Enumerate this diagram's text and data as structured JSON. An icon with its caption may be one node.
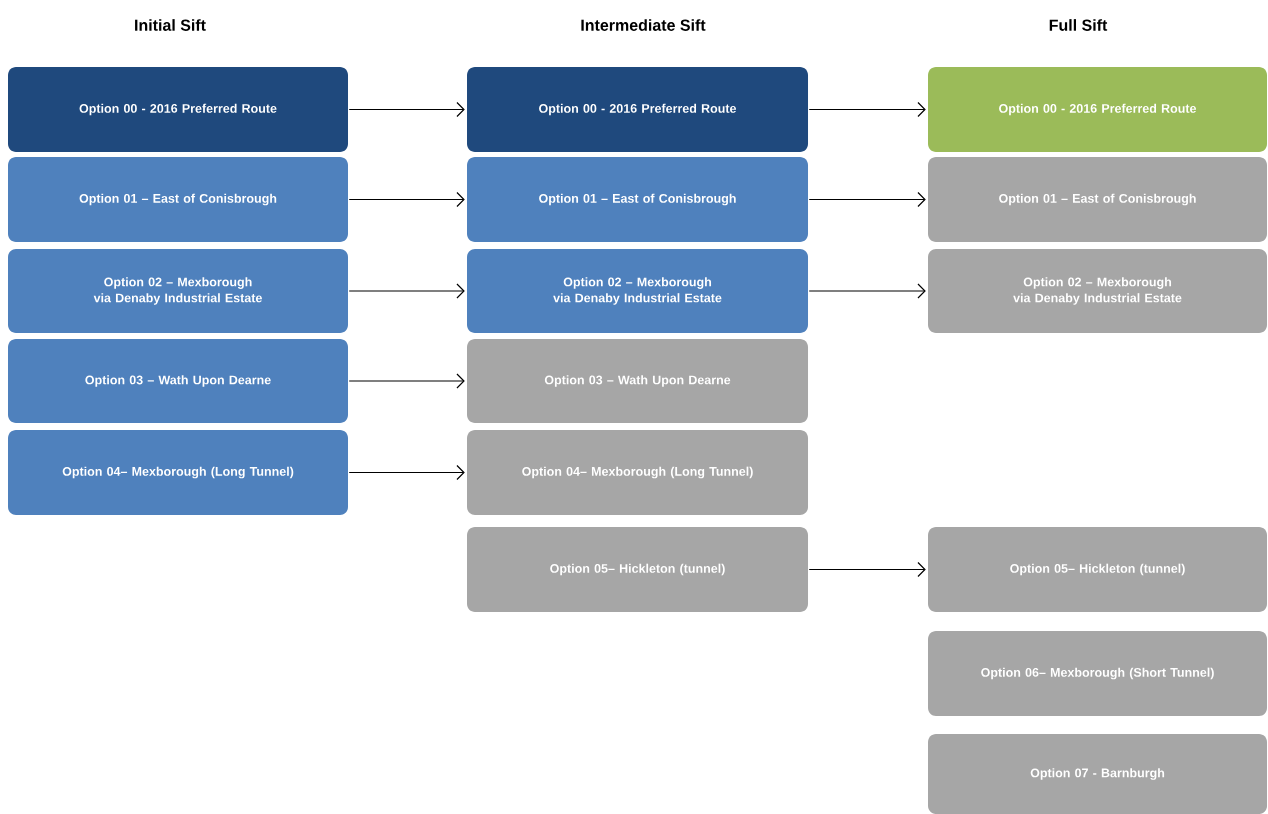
{
  "diagram": {
    "nodes": [
      {
        "text": [
          "Option 00 - 2016 Preferred Route"
        ]
      },
      {
        "text": [
          "Option 01 – East of Conisbrough"
        ]
      },
      {
        "text": [
          "Option 02 – Mexborough via Denaby Industrial Estate"
        ]
      },
      {
        "text": [
          "Option 03 – Wath Upon Dearne"
        ]
      },
      {
        "text": [
          "Option 04– Mexborough (Long Tunnel)"
        ]
      },
      {
        "text": [
          "Option 00 - 2016 Preferred Route"
        ]
      },
      {
        "text": [
          "Option 01 – East of Conisbrough"
        ]
      },
      {
        "text": [
          "Option 02 – Mexborough via Denaby Industrial Estate"
        ]
      },
      {
        "text": [
          "Option 03 – Wath Upon Dearne"
        ]
      },
      {
        "text": [
          "Option 04– Mexborough (Long Tunnel)"
        ]
      },
      {
        "text": [
          "Option 05– Hickleton (tunnel)"
        ]
      },
      {
        "text": [
          "Option 00 - 2016 Preferred Route"
        ]
      },
      {
        "text": [
          "Option 01 – East of Conisbrough"
        ]
      },
      {
        "text": [
          "Option 02 – Mexborough via Denaby Industrial Estate"
        ]
      },
      {
        "text": [
          "Option 05– Hickleton (tunnel)"
        ]
      },
      {
        "text": [
          "Option 06– Mexborough (Short Tunnel)"
        ]
      },
      {
        "text": [
          "Option 07 - Barnburgh"
        ]
      }
    ],
    "edges": [
      {
        "from": 0,
        "to": 5,
        "arrow": "to"
      },
      {
        "from": 1,
        "to": 6,
        "arrow": "to"
      },
      {
        "from": 2,
        "to": 7,
        "arrow": "to"
      },
      {
        "from": 3,
        "to": 8,
        "arrow": "to"
      },
      {
        "from": 4,
        "to": 9,
        "arrow": "to"
      },
      {
        "from": 5,
        "to": 11,
        "arrow": "to"
      },
      {
        "from": 6,
        "to": 12,
        "arrow": "to"
      },
      {
        "from": 7,
        "to": 13,
        "arrow": "to"
      },
      {
        "from": 10,
        "to": 14,
        "arrow": "to"
      }
    ],
    "labels": [
      "Initial Sift",
      "Intermediate Sift",
      "Full Sift"
    ]
  }
}
